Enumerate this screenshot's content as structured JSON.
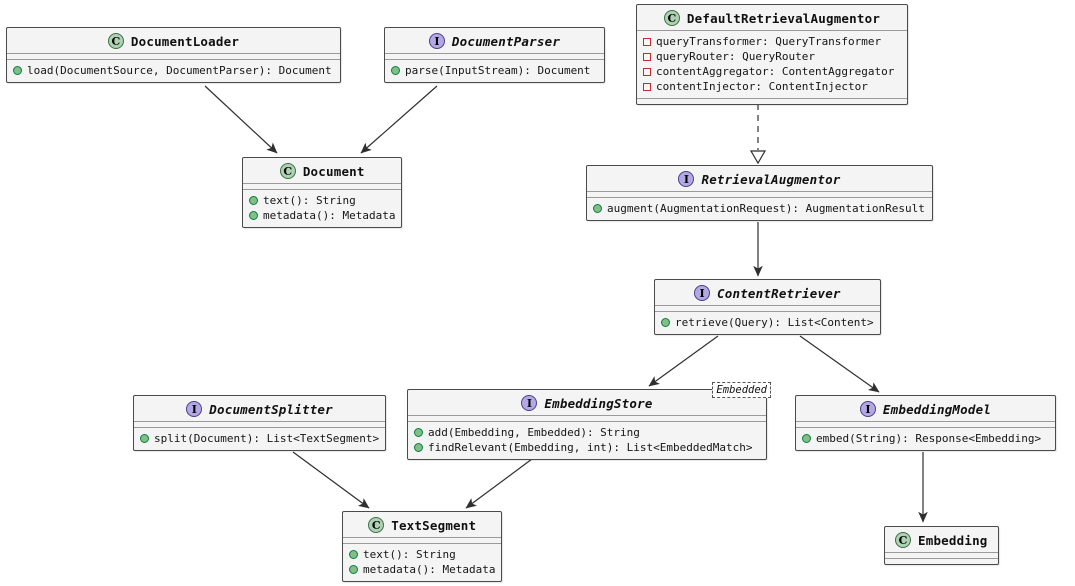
{
  "diagram_type": "uml-class-diagram",
  "icons": {
    "class_letter": "C",
    "interface_letter": "I"
  },
  "colors": {
    "class_icon": "#ADD1B2",
    "interface_icon": "#B4A7E5",
    "method_dot": "#84BE84",
    "method_dot_border": "#038048",
    "field_square_border": "#C82930",
    "box_fill": "#f4f4f4",
    "box_border": "#4a4a4a",
    "line": "#2f2f2f"
  },
  "classes": [
    {
      "id": "document-loader",
      "kind": "class",
      "name": "DocumentLoader",
      "fields": [],
      "methods": [
        "load(DocumentSource, DocumentParser): Document"
      ]
    },
    {
      "id": "document-parser",
      "kind": "interface",
      "name": "DocumentParser",
      "fields": [],
      "methods": [
        "parse(InputStream): Document"
      ]
    },
    {
      "id": "default-retrieval-augmentor",
      "kind": "class",
      "name": "DefaultRetrievalAugmentor",
      "fields": [
        "queryTransformer: QueryTransformer",
        "queryRouter: QueryRouter",
        "contentAggregator: ContentAggregator",
        "contentInjector: ContentInjector"
      ],
      "methods": []
    },
    {
      "id": "document",
      "kind": "class",
      "name": "Document",
      "fields": [],
      "methods": [
        "text(): String",
        "metadata(): Metadata"
      ]
    },
    {
      "id": "retrieval-augmentor",
      "kind": "interface",
      "name": "RetrievalAugmentor",
      "fields": [],
      "methods": [
        "augment(AugmentationRequest): AugmentationResult"
      ]
    },
    {
      "id": "content-retriever",
      "kind": "interface",
      "name": "ContentRetriever",
      "fields": [],
      "methods": [
        "retrieve(Query): List<Content>"
      ]
    },
    {
      "id": "document-splitter",
      "kind": "interface",
      "name": "DocumentSplitter",
      "fields": [],
      "methods": [
        "split(Document): List<TextSegment>"
      ]
    },
    {
      "id": "embedding-store",
      "kind": "interface",
      "name": "EmbeddingStore",
      "generic_tag": "Embedded",
      "fields": [],
      "methods": [
        "add(Embedding, Embedded): String",
        "findRelevant(Embedding, int): List<EmbeddedMatch>"
      ]
    },
    {
      "id": "embedding-model",
      "kind": "interface",
      "name": "EmbeddingModel",
      "fields": [],
      "methods": [
        "embed(String): Response<Embedding>"
      ]
    },
    {
      "id": "text-segment",
      "kind": "class",
      "name": "TextSegment",
      "fields": [],
      "methods": [
        "text(): String",
        "metadata(): Metadata"
      ]
    },
    {
      "id": "embedding",
      "kind": "class",
      "name": "Embedding",
      "fields": [],
      "methods": []
    }
  ],
  "relations": [
    {
      "from": "document-loader",
      "to": "document",
      "type": "arrow"
    },
    {
      "from": "document-parser",
      "to": "document",
      "type": "arrow"
    },
    {
      "from": "default-retrieval-augmentor",
      "to": "retrieval-augmentor",
      "type": "realization"
    },
    {
      "from": "retrieval-augmentor",
      "to": "content-retriever",
      "type": "arrow"
    },
    {
      "from": "content-retriever",
      "to": "embedding-store",
      "type": "arrow"
    },
    {
      "from": "content-retriever",
      "to": "embedding-model",
      "type": "arrow"
    },
    {
      "from": "document-splitter",
      "to": "text-segment",
      "type": "arrow"
    },
    {
      "from": "embedding-store",
      "to": "text-segment",
      "type": "arrow"
    },
    {
      "from": "embedding-model",
      "to": "embedding",
      "type": "arrow"
    }
  ]
}
